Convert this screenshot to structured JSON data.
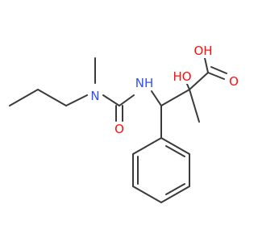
{
  "molecule": {
    "colors": {
      "bond": "#3a3a3a",
      "oxygen": "#ff0d0d",
      "nitrogen": "#3050f8",
      "background": "#ffffff"
    },
    "atoms": {
      "carboxyl_oh": {
        "label": "OH",
        "element": "O"
      },
      "hydroxyl_ho": {
        "label": "HO",
        "element": "O"
      },
      "carboxyl_o": {
        "label": "O",
        "element": "O"
      },
      "urea_nh": {
        "label": "NH",
        "element": "N"
      },
      "urea_o": {
        "label": "O",
        "element": "O"
      },
      "urea_n": {
        "label": "N",
        "element": "N"
      }
    }
  }
}
